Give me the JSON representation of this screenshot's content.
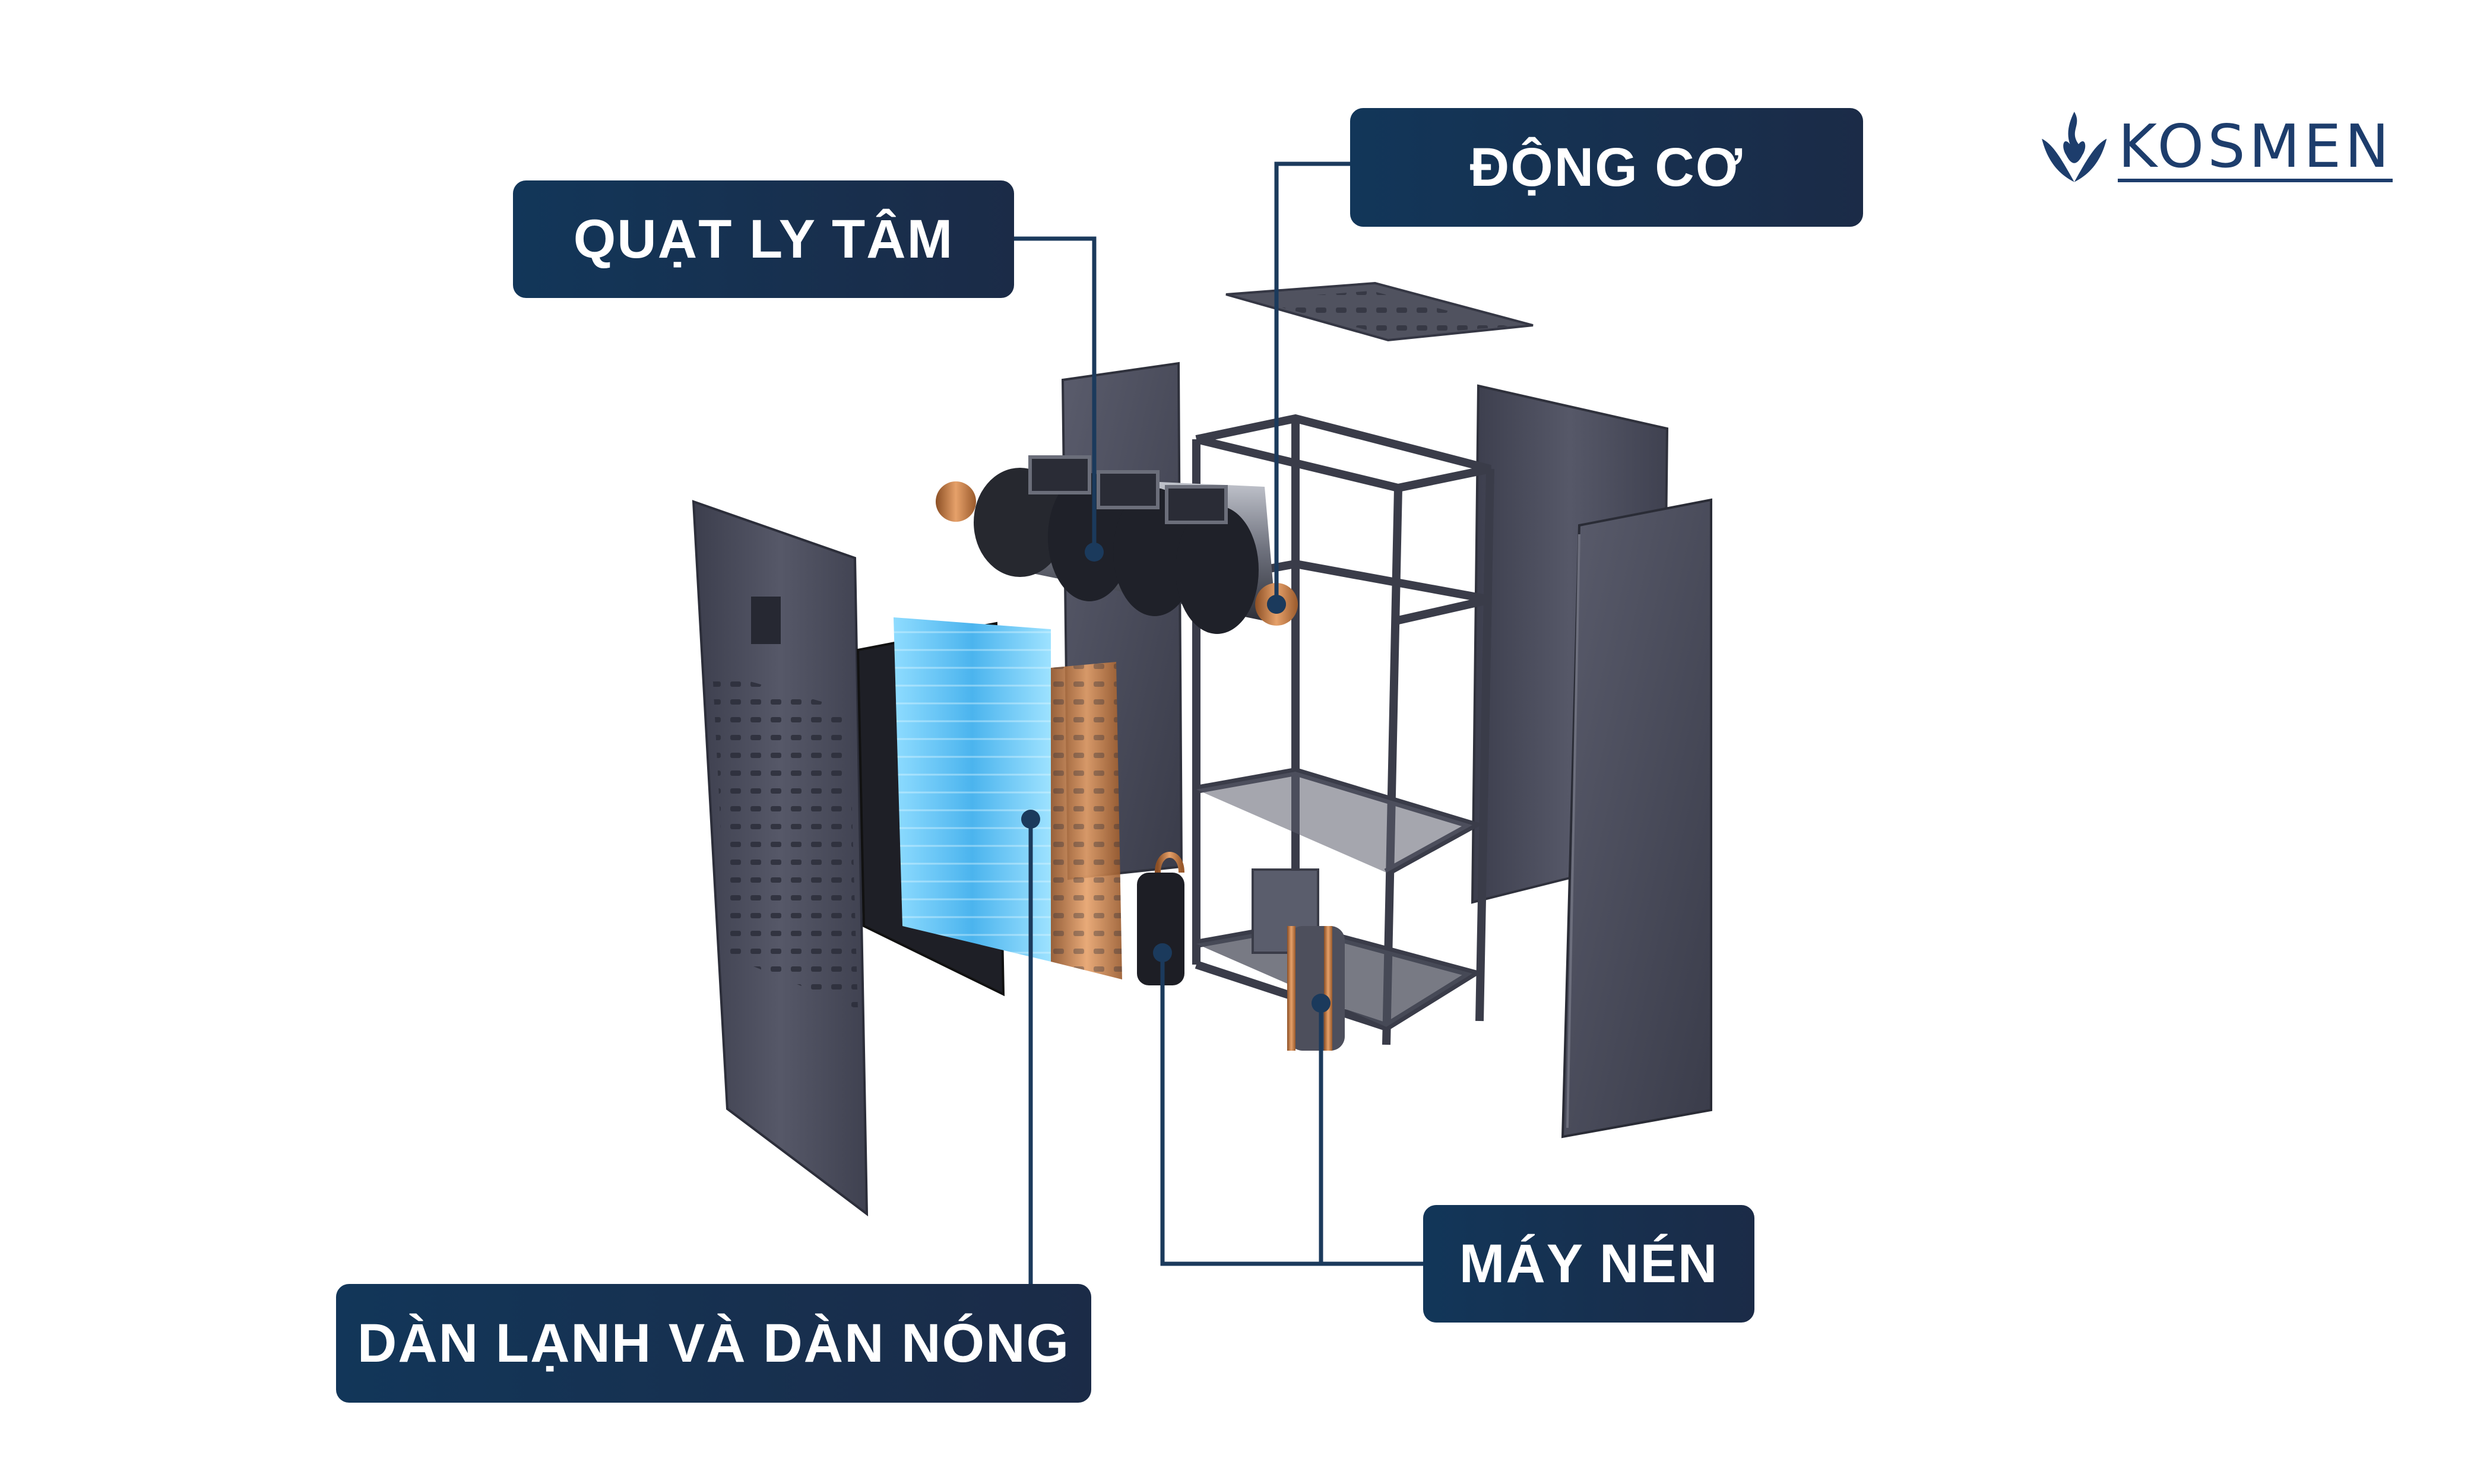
{
  "labels": {
    "centrifugal_fan": "QUẠT LY TÂM",
    "motor": "ĐỘNG CƠ",
    "coils": "DÀN LẠNH VÀ DÀN NÓNG",
    "compressor": "MÁY NÉN"
  },
  "brand": {
    "name": "KOSMEN",
    "icon": "flame-wings-logo-icon"
  },
  "colors": {
    "label_bg": "#163452",
    "label_text": "#ffffff",
    "leader_line": "#1b3a5c",
    "brand": "#1d3d6c",
    "panel": "#4a4c5c",
    "copper": "#c9824a",
    "coil_blue": "#66c6f2"
  }
}
